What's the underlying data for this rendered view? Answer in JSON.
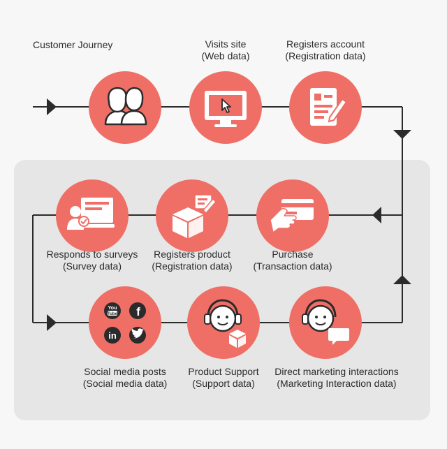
{
  "title": "Customer Journey",
  "colors": {
    "accent": "#ef6f66",
    "line": "#2b2b2b",
    "panel": "#e6e6e6"
  },
  "steps": [
    {
      "name": "Visits site",
      "source": "(Web data)",
      "icon": "computer-cursor-icon"
    },
    {
      "name": "Registers account",
      "source": "(Registration data)",
      "icon": "registration-form-icon"
    },
    {
      "name": "Purchase",
      "source": "(Transaction data)",
      "icon": "credit-card-hand-icon"
    },
    {
      "name": "Registers product",
      "source": "(Registration data)",
      "icon": "product-box-icon"
    },
    {
      "name": "Responds to surveys",
      "source": "(Survey data)",
      "icon": "survey-icon"
    },
    {
      "name": "Social media posts",
      "source": "(Social media data)",
      "icon": "social-media-icons"
    },
    {
      "name": "Product Support",
      "source": "(Support data)",
      "icon": "support-agent-icon"
    },
    {
      "name": "Direct marketing interactions",
      "source": "(Marketing Interaction data)",
      "icon": "marketing-chat-icon"
    }
  ],
  "start_icon": "customers-icon",
  "social_badges": {
    "youtube": "You Tube",
    "facebook": "f",
    "linkedin": "in"
  }
}
